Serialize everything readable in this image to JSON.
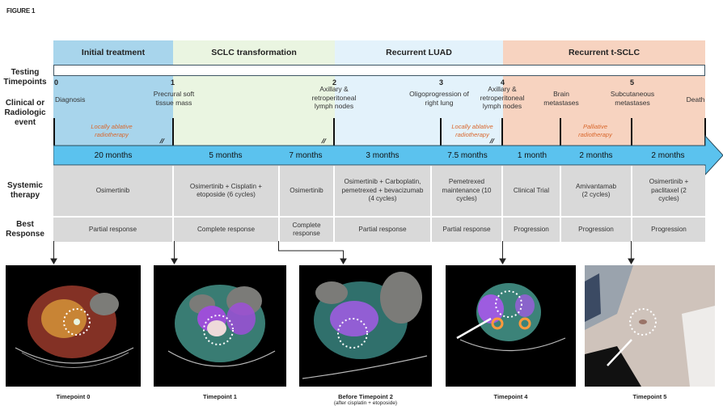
{
  "figure_title": "FIGURE 1",
  "phases": [
    {
      "label": "Initial treatment",
      "color": "#a8d5ec"
    },
    {
      "label": "SCLC transformation",
      "color": "#eaf5e1"
    },
    {
      "label": "Recurrent LUAD",
      "color": "#e3f2fb"
    },
    {
      "label": "Recurrent t-SCLC",
      "color": "#f7d3c0"
    }
  ],
  "row_labels": {
    "testing": "Testing Timepoints",
    "clinical": "Clinical or Radiologic event",
    "therapy": "Systemic therapy",
    "response": "Best Response"
  },
  "timepoints": [
    "0",
    "1",
    "2",
    "3",
    "4",
    "5"
  ],
  "events": [
    "Diagnosis",
    "Precrural soft tissue mass",
    "Axillary & retroperitoneal lymph nodes",
    "Oligoprogression of right lung",
    "Axillary & retroperitoneal lymph nodes",
    "Brain metastases",
    "Subcutaneous metastases",
    "Death"
  ],
  "radiotherapy": [
    "Locally ablative radiotherapy",
    "Locally ablative radiotherapy",
    "Palliative radiotherapy"
  ],
  "durations": [
    "20 months",
    "5 months",
    "7 months",
    "3 months",
    "7.5 months",
    "1 month",
    "2 months",
    "2 months"
  ],
  "therapies": [
    "Osimertinib",
    "Osimertinib + Cisplatin + etoposide (6 cycles)",
    "Osimertinib",
    "Osimertinib + Carboplatin, pemetrexed + bevacizumab (4 cycles)",
    "Pemetrexed maintenance (10 cycles)",
    "Clinical Trial",
    "Amivantamab (2 cycles)",
    "Osimertinib + paclitaxel (2 cycles)"
  ],
  "responses": [
    "Partial response",
    "Complete response",
    "Complete response",
    "Partial response",
    "Partial response",
    "Progression",
    "Progression",
    "Progression"
  ],
  "panels": [
    {
      "caption": "Timepoint 0"
    },
    {
      "caption": "Timepoint 1"
    },
    {
      "caption": "Before Timepoint 2",
      "subcaption": "(after cisplatin + etoposide)"
    },
    {
      "caption": "Timepoint 4"
    },
    {
      "caption": "Timepoint 5"
    }
  ],
  "colors": {
    "timeline_arrow": "#5bc2ee",
    "radiotherapy_text": "#d9672c",
    "cell_bg": "#d9d9d9"
  }
}
